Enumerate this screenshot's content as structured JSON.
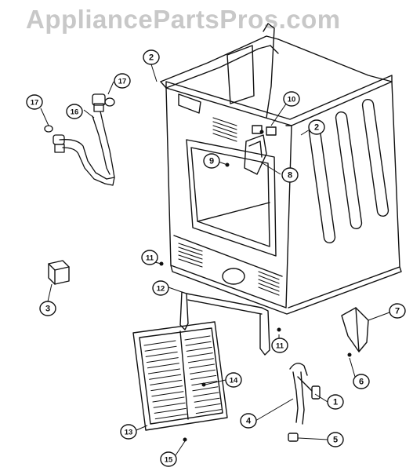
{
  "watermark": "AppliancePartsPros.com",
  "callouts": [
    {
      "id": "c2a",
      "label": "2"
    },
    {
      "id": "c2b",
      "label": "2"
    },
    {
      "id": "c17a",
      "label": "17"
    },
    {
      "id": "c17b",
      "label": "17"
    },
    {
      "id": "c16",
      "label": "16"
    },
    {
      "id": "c10",
      "label": "10"
    },
    {
      "id": "c9",
      "label": "9"
    },
    {
      "id": "c8",
      "label": "8"
    },
    {
      "id": "c3",
      "label": "3"
    },
    {
      "id": "c11a",
      "label": "11"
    },
    {
      "id": "c12",
      "label": "12"
    },
    {
      "id": "c11b",
      "label": "11"
    },
    {
      "id": "c7",
      "label": "7"
    },
    {
      "id": "c6",
      "label": "6"
    },
    {
      "id": "c14",
      "label": "14"
    },
    {
      "id": "c1",
      "label": "1"
    },
    {
      "id": "c4",
      "label": "4"
    },
    {
      "id": "c13",
      "label": "13"
    },
    {
      "id": "c5",
      "label": "5"
    },
    {
      "id": "c15",
      "label": "15"
    }
  ]
}
